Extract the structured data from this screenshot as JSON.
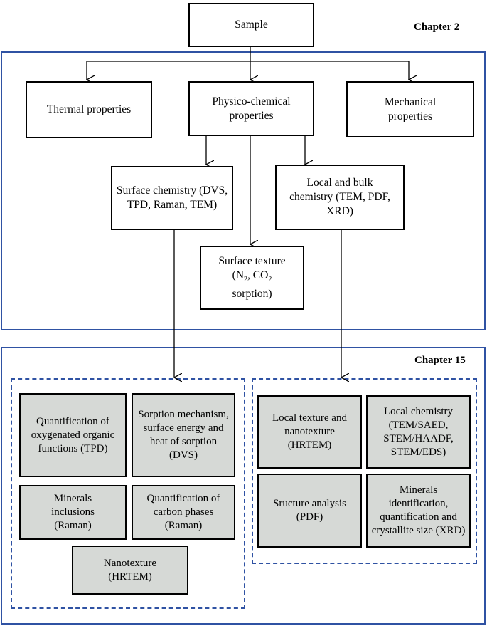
{
  "sample": "Sample",
  "chapter_top": "Chapter 2",
  "chapter_bottom": "Chapter 15",
  "level1": {
    "thermal": "Thermal properties",
    "physico": "Physico-chemical properties",
    "mechanical": "Mechanical properties"
  },
  "level2": {
    "surface_chemistry": "Surface chemistry (DVS, TPD, Raman, TEM)",
    "local_bulk": "Local and bulk chemistry (TEM, PDF, XRD)",
    "surface_texture_prefix": "Surface texture",
    "surface_texture_n": "N",
    "surface_texture_n_sub": "2",
    "surface_texture_co": "CO",
    "surface_texture_co_sub": "2",
    "surface_texture_suffix": "sorption)"
  },
  "left_group": {
    "oxygenated": "Quantification of oxygenated organic functions (TPD)",
    "sorption": "Sorption mechanism, surface energy and heat of sorption (DVS)",
    "minerals_inclusions": "Minerals inclusions (Raman)",
    "carbon_phases": "Quantification of carbon phases (Raman)",
    "nanotexture": "Nanotexture (HRTEM)"
  },
  "right_group": {
    "local_texture": "Local texture and nanotexture (HRTEM)",
    "local_chemistry": "Local chemistry (TEM/SAED, STEM/HAADF, STEM/EDS)",
    "structure_analysis": "Sructure analysis (PDF)",
    "minerals_identification": "Minerals identification, quantification and crystallite size (XRD)"
  },
  "colors": {
    "frame": "#2f52a3",
    "grey_box": "#d6d9d6"
  }
}
